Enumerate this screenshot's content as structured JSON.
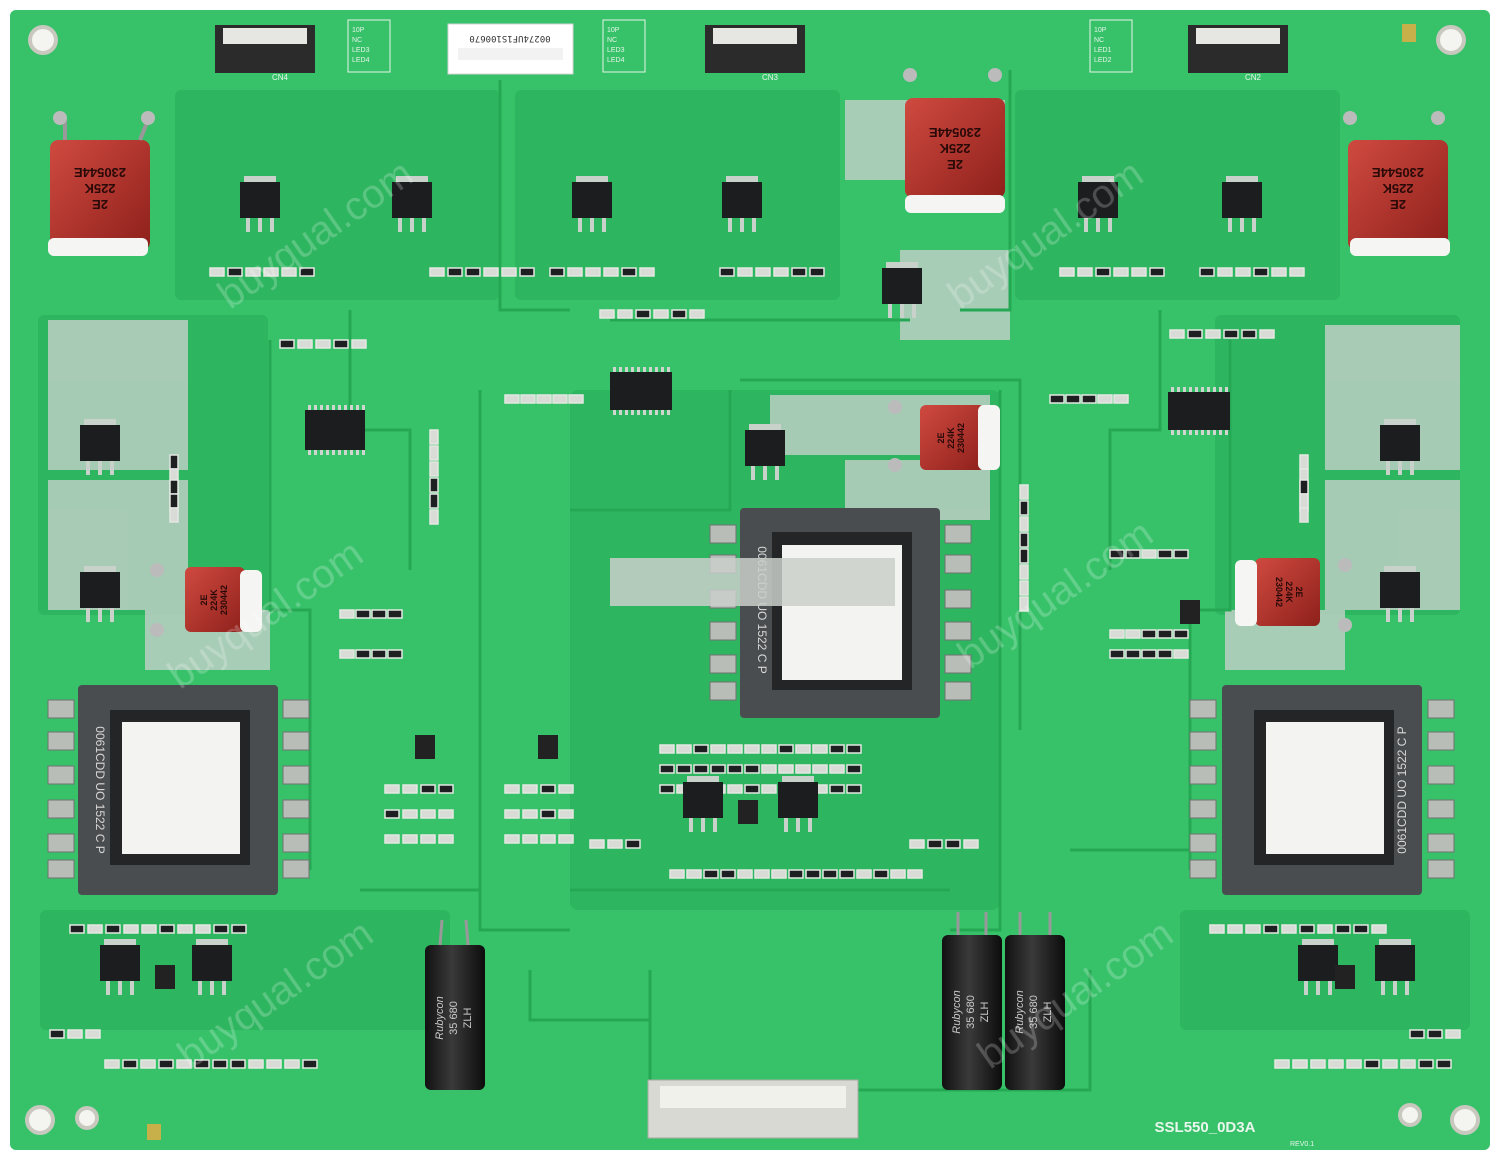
{
  "board": {
    "model_silk": "SSL550_0D3A",
    "sub_silk": "REV0.1",
    "sticker_code": "00274UF1S100670",
    "watermark": "buyqual.com",
    "colors": {
      "pcb": "#37c26a",
      "pcb_dark": "#22a34f",
      "trace": "#2bb45c",
      "pad": "#c9d3c8",
      "ic": "#1b1d1f",
      "film_cap": "#b8332c",
      "transformer": "#4a4d4f",
      "tape": "#f3f3f1"
    }
  },
  "connectors": {
    "cn_labels": [
      "CN4",
      "CN3",
      "CN2"
    ],
    "silk_blocks": [
      [
        "10P",
        "NC",
        "LED3",
        "LED4"
      ],
      [
        "10P",
        "NC",
        "LED3",
        "LED4"
      ],
      [
        "10P",
        "NC",
        "LED1",
        "LED2"
      ]
    ]
  },
  "film_caps": [
    {
      "text1": "2E",
      "text2": "225K",
      "text3": "230544E"
    },
    {
      "text1": "2E",
      "text2": "225K",
      "text3": "230544E"
    },
    {
      "text1": "2E",
      "text2": "225K",
      "text3": "230544E"
    },
    {
      "text1": "2E",
      "text2": "224K",
      "text3": "230442"
    },
    {
      "text1": "2E",
      "text2": "224K",
      "text3": "230442"
    },
    {
      "text1": "2E",
      "text2": "224K",
      "text3": "230442"
    }
  ],
  "transformers": {
    "marking": "0061CDD UO 1522 C P"
  },
  "electrolytics": {
    "brand": "Rubycon",
    "rating": "35 680",
    "series": "ZLH"
  }
}
